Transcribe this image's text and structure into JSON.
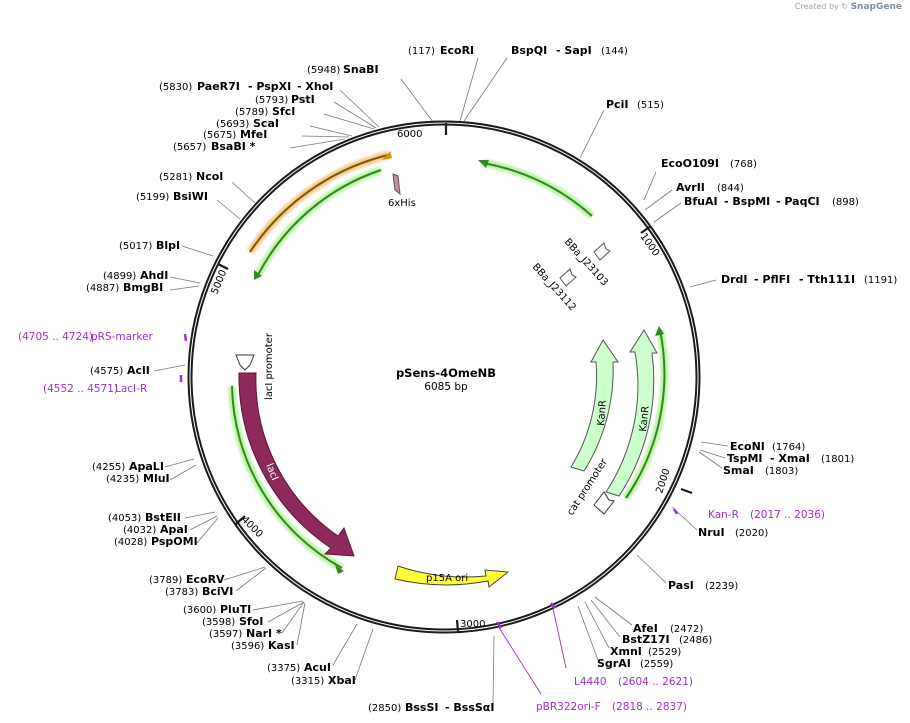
{
  "credit": {
    "prefix": "Created by",
    "brand": "SnapGene"
  },
  "plasmid": {
    "name": "pSens-4OmeNB",
    "length": "6085 bp"
  },
  "ticks": [
    "1000",
    "2000",
    "3000",
    "4000",
    "5000",
    "6000"
  ],
  "features": {
    "his": "6xHis",
    "bba1": "BBa_J23103",
    "bba2": "BBa_J23112",
    "laci_prom": "lacI promoter",
    "laci": "lacI",
    "kanr1": "KanR",
    "kanr2": "KanR",
    "cat_prom": "cat promoter",
    "p15a": "p15A ori"
  },
  "enzymes_top": {
    "ecori_pos": "(117)",
    "ecori": "EcoRI",
    "bspqi": "BspQI",
    "sapi": "- SapI",
    "sapi_pos": "(144)",
    "snabi_pos": "(5948)",
    "snabi": "SnaBI",
    "paer7i_pos": "(5830)",
    "paer7i": "PaeR7I",
    "pspxi": "- PspXI",
    "xhoi": "- XhoI",
    "psti_pos": "(5793)",
    "psti": "PstI",
    "sfci_pos": "(5789)",
    "sfci": "SfcI",
    "scai_pos": "(5693)",
    "scai": "ScaI",
    "mfei_pos": "(5675)",
    "mfei": "MfeI",
    "bsabi_pos": "(5657)",
    "bsabi": "BsaBI *"
  },
  "enzymes_right": {
    "pcii": "PciI",
    "pcii_pos": "(515)",
    "ecoo109i": "EcoO109I",
    "ecoo109i_pos": "(768)",
    "avrii": "AvrII",
    "avrii_pos": "(844)",
    "bfuai": "BfuAI",
    "bspmi": "- BspMI",
    "paqci": "- PaqCI",
    "bfuai_pos": "(898)",
    "drdi": "DrdI",
    "pflfi": "- PflFI",
    "tth111i": "- Tth111I",
    "drdi_pos": "(1191)",
    "econi": "EcoNI",
    "econi_pos": "(1764)",
    "tspmi": "TspMI",
    "xmai": "- XmaI",
    "tspmi_pos": "(1801)",
    "smai": "SmaI",
    "smai_pos": "(1803)",
    "nrui": "NruI",
    "nrui_pos": "(2020)",
    "pasi": "PasI",
    "pasi_pos": "(2239)",
    "afei": "AfeI",
    "afei_pos": "(2472)",
    "bstz17i": "BstZ17I",
    "bstz17i_pos": "(2486)",
    "xmni": "XmnI",
    "xmni_pos": "(2529)",
    "sgrai": "SgrAI",
    "sgrai_pos": "(2559)"
  },
  "enzymes_left": {
    "ncoi_pos": "(5281)",
    "ncoi": "NcoI",
    "bsiwi_pos": "(5199)",
    "bsiwi": "BsiWI",
    "blpi_pos": "(5017)",
    "blpi": "BlpI",
    "ahdi_pos": "(4899)",
    "ahdi": "AhdI",
    "bmgbi_pos": "(4887)",
    "bmgbi": "BmgBI",
    "acli_pos": "(4575)",
    "acli": "AclI",
    "apali_pos": "(4255)",
    "apali": "ApaLI",
    "mlui_pos": "(4235)",
    "mlui": "MluI",
    "bsteii_pos": "(4053)",
    "bsteii": "BstEII",
    "apai_pos": "(4032)",
    "apai": "ApaI",
    "pspomi_pos": "(4028)",
    "pspomi": "PspOMI",
    "ecorv_pos": "(3789)",
    "ecorv": "EcoRV",
    "bcivi_pos": "(3783)",
    "bcivi": "BciVI",
    "pluti_pos": "(3600)",
    "pluti": "PluTI",
    "sfoi_pos": "(3598)",
    "sfoi": "SfoI",
    "nari_pos": "(3597)",
    "nari": "NarI *",
    "kasi_pos": "(3596)",
    "kasi": "KasI",
    "acui_pos": "(3375)",
    "acui": "AcuI",
    "xbai_pos": "(3315)",
    "xbai": "XbaI",
    "bsssi_pos": "(2850)",
    "bsssi": "BssSI",
    "bsssai": "- BssSαI"
  },
  "primers": {
    "prs_pos": "(4705 .. 4724)",
    "prs": "pRS-marker",
    "laci_r_pos": "(4552 .. 4571)",
    "laci_r": "LacI-R",
    "kan_r": "Kan-R",
    "kan_r_pos": "(2017 .. 2036)",
    "l4440": "L4440",
    "l4440_pos": "(2604 .. 2621)",
    "pbr": "pBR322ori-F",
    "pbr_pos": "(2818 .. 2837)"
  },
  "colors": {
    "backbone": "#1a1a1a",
    "laci": "#8e2a5b",
    "kanr": "#ccffcc",
    "p15a": "#ffff33",
    "promoter_green": "#2e8b1e",
    "primer": "#9b2fd0",
    "orange": "#d99000"
  }
}
